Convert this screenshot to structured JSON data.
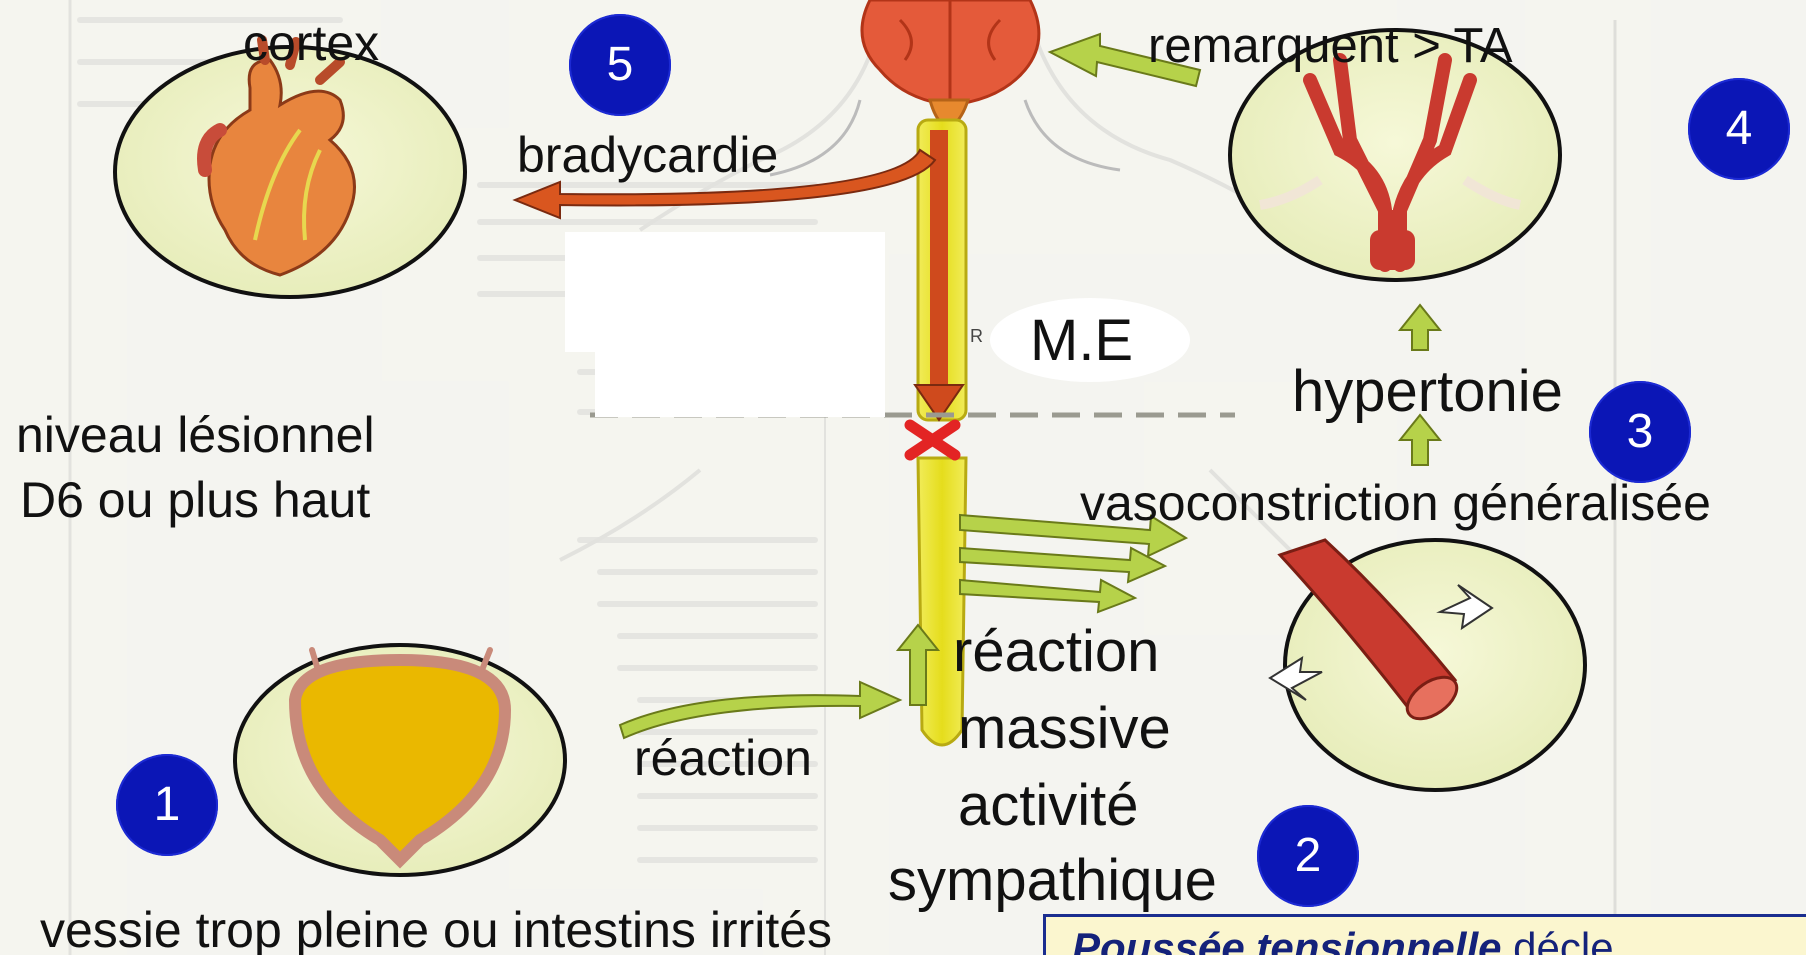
{
  "labels": {
    "cortex": "cortex",
    "remarquent": "remarquent > TA",
    "bradycardie": "bradycardie",
    "me": "M.E",
    "hypertonie": "hypertonie",
    "niveau_lesionnel": "niveau lésionnel",
    "d6": "D6 ou plus haut",
    "vasoconstriction": "vasoconstriction généralisée",
    "reaction_massive_1": "réaction",
    "reaction_massive_2": "massive",
    "activite": "activité",
    "sympathique": "sympathique",
    "reaction_small": "réaction",
    "vessie": "vessie trop pleine ou intestins irrités",
    "r_marker": "R"
  },
  "badges": {
    "b1": "1",
    "b2": "2",
    "b3": "3",
    "b4": "4",
    "b5": "5"
  },
  "bottom_box": {
    "bold_part": "Poussée tensionnelle",
    "rest": " décle"
  },
  "colors": {
    "badge_blue": "#0b16b6",
    "spinal_yellow": "#e8e227",
    "arrow_green": "#b6d24a",
    "arrow_orange": "#d9561f",
    "lesion_red": "#e32424",
    "vessel_red": "#c93a2f",
    "bladder_yellow": "#eab800",
    "brain_orange": "#e55a3a"
  },
  "icons": {
    "heart": "heart-icon",
    "brain": "brain-icon",
    "arteries": "arteries-icon",
    "blood_vessel": "blood-vessel-icon",
    "bladder": "bladder-icon",
    "lesion": "lesion-cross-icon"
  }
}
